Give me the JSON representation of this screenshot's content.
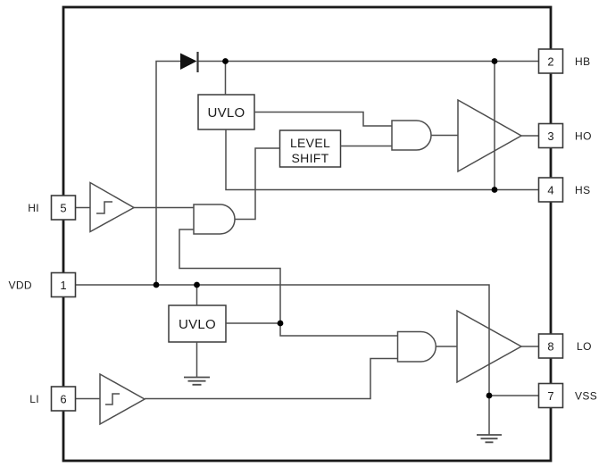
{
  "colors": {
    "background": "#ffffff",
    "wire": "#4d4d4d",
    "chip_border": "#1a1a1a",
    "text": "#1a1a1a"
  },
  "pins": {
    "left": [
      {
        "number": "5",
        "name": "HI"
      },
      {
        "number": "1",
        "name": "VDD"
      },
      {
        "number": "6",
        "name": "LI"
      }
    ],
    "right": [
      {
        "number": "2",
        "name": "HB"
      },
      {
        "number": "3",
        "name": "HO"
      },
      {
        "number": "4",
        "name": "HS"
      },
      {
        "number": "8",
        "name": "LO"
      },
      {
        "number": "7",
        "name": "VSS"
      }
    ]
  },
  "blocks": {
    "uvlo_high": "UVLO",
    "uvlo_low": "UVLO",
    "level_shift_line1": "LEVEL",
    "level_shift_line2": "SHIFT"
  }
}
